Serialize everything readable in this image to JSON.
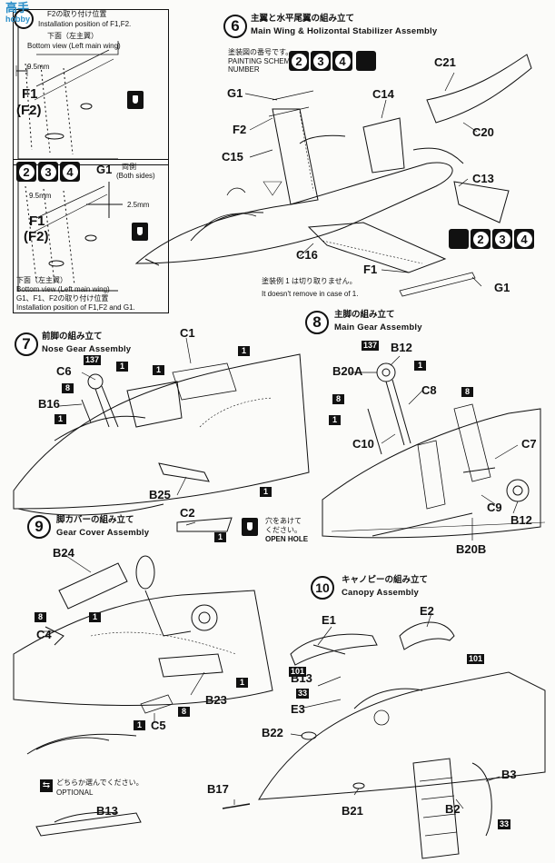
{
  "inset_top": {
    "note_jp": "F2の取り付け位置",
    "note_en": "Installation position of F1,F2.",
    "view_jp": "下面（左主翼）",
    "view_en": "Bottom view (Left main wing)",
    "dim": "9.5mm",
    "label_f1": "F1",
    "label_f2": "(F2)"
  },
  "inset_bottom": {
    "seq": [
      "2",
      "3",
      "4"
    ],
    "g1": "G1",
    "both_jp": "両側",
    "both_en": "(Both sides)",
    "dim1": "9.5mm",
    "dim2": "2.5mm",
    "label_f1": "F1",
    "label_f2": "(F2)",
    "view_jp": "下面（左主翼）",
    "view_en": "Bottom view (Left main wing)",
    "note_line1": "G1、F1、F2の取り付け位置",
    "note_line2": "Installation position of F1,F2 and G1."
  },
  "step6": {
    "num": "6",
    "title_jp": "主翼と水平尾翼の組み立て",
    "title_en": "Main Wing & Holizontal Stabilizer Assembly",
    "scheme_jp": "塗装図の番号です。",
    "scheme_en1": "PAINTING SCHEME",
    "scheme_en2": "NUMBER",
    "seq": [
      "2",
      "3",
      "4"
    ],
    "parts": [
      "G1",
      "F2",
      "C15",
      "C14",
      "C21",
      "C20",
      "C13",
      "C16",
      "F1",
      "G1"
    ],
    "note_jp": "塗装例 1 は切り取りません。",
    "note_en": "It doesn't remove in case of 1."
  },
  "step7": {
    "num": "7",
    "title_jp": "前脚の組み立て",
    "title_en": "Nose Gear Assembly",
    "parts": [
      "C1",
      "C6",
      "B16",
      "B25"
    ],
    "codes": [
      "1",
      "137",
      "8",
      "1",
      "1",
      "1",
      "1"
    ]
  },
  "step8": {
    "num": "8",
    "title_jp": "主脚の組み立て",
    "title_en": "Main Gear Assembly",
    "parts": [
      "B12",
      "B20A",
      "C8",
      "C10",
      "C7",
      "C9",
      "B12",
      "B20B"
    ],
    "codes": [
      "137",
      "1",
      "8",
      "1",
      "8"
    ]
  },
  "step9": {
    "num": "9",
    "title_jp": "脚カバーの組み立て",
    "title_en": "Gear Cover Assembly",
    "parts": [
      "C2",
      "B24",
      "C4",
      "B23",
      "C5"
    ],
    "codes": [
      "1",
      "8",
      "1",
      "1",
      "1",
      "8"
    ],
    "hole_jp1": "穴をあけて",
    "hole_jp2": "ください。",
    "hole_en": "OPEN HOLE"
  },
  "step10": {
    "num": "10",
    "title_jp": "キャノピーの組み立て",
    "title_en": "Canopy Assembly",
    "parts": [
      "E1",
      "E2",
      "B13",
      "E3",
      "B22",
      "B3",
      "B17",
      "B21",
      "B2"
    ],
    "codes": [
      "101",
      "101",
      "33",
      "33"
    ]
  },
  "optional": {
    "jp": "どちらか選んでください。",
    "en": "OPTIONAL",
    "part": "B13"
  },
  "watermark": {
    "line1": "高手",
    "line2": "hobby"
  }
}
